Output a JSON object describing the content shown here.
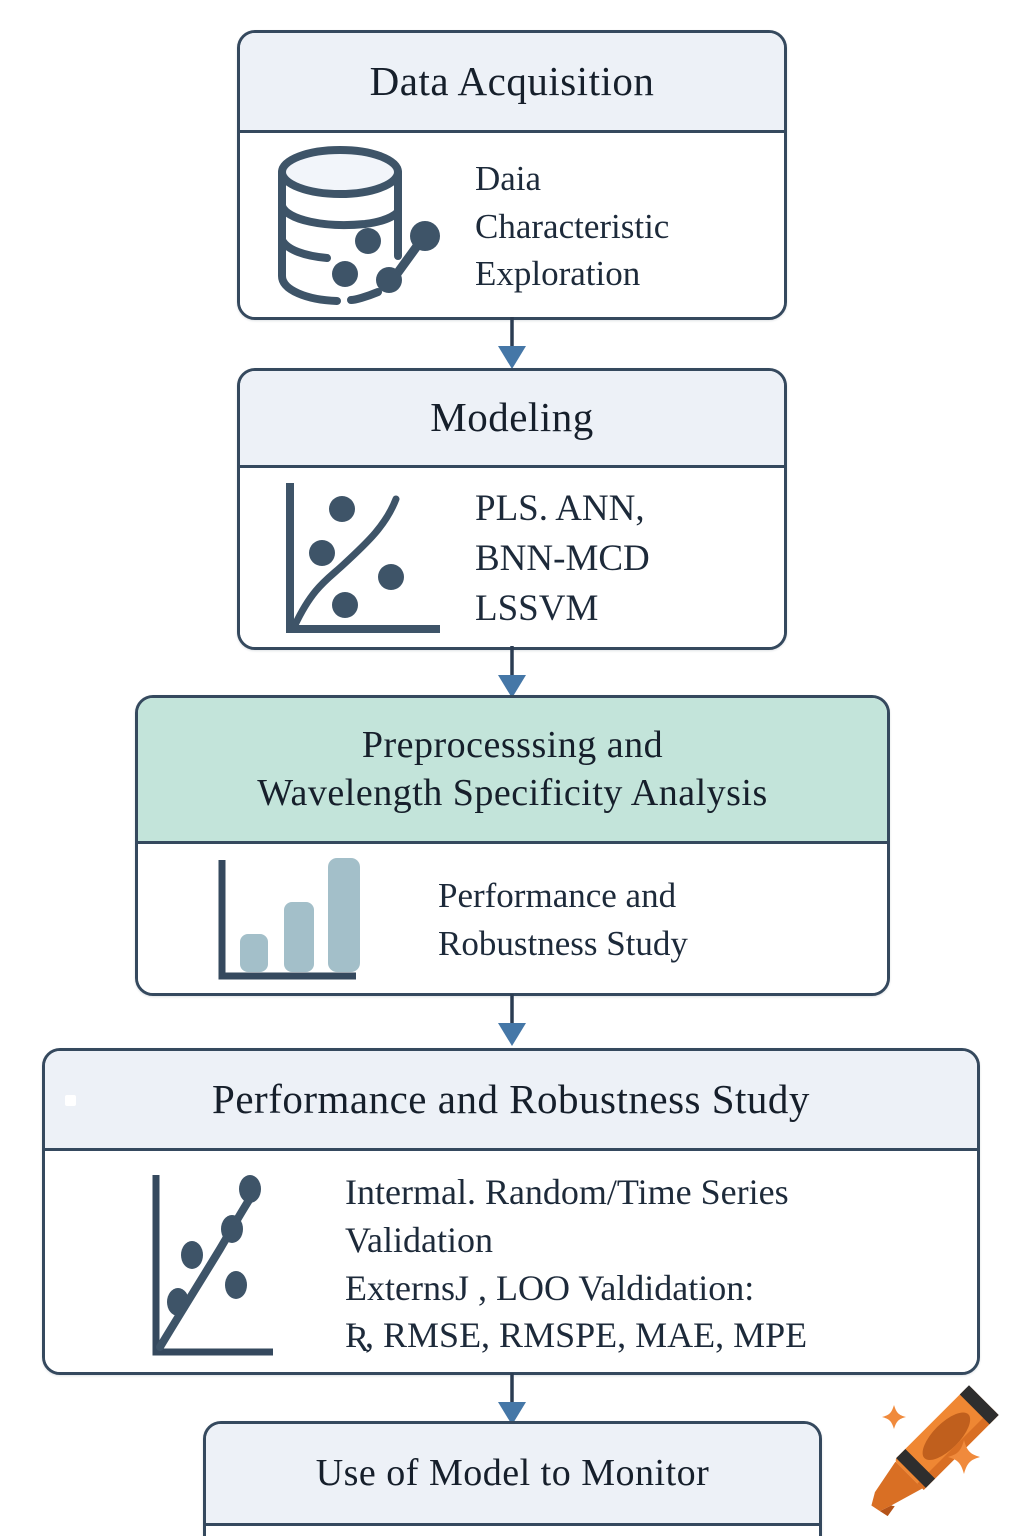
{
  "diagram": {
    "type": "flowchart",
    "direction": "top-to-bottom",
    "boxes": [
      {
        "id": "data-acquisition",
        "title": "Data Acquisition",
        "icon": "database-icon",
        "body_lines": [
          "Daia",
          "Characteristic",
          "Exploration"
        ]
      },
      {
        "id": "modeling",
        "title": "Modeling",
        "icon": "scatter-curve-icon",
        "body_lines": [
          "PLS. ANN,",
          "BNN-MCD",
          "LSSVM"
        ]
      },
      {
        "id": "preprocessing-wavelength",
        "title_lines": [
          "Preprocesssing and",
          "Wavelength Specificity Analysis"
        ],
        "header_highlight": true,
        "icon": "bar-chart-icon",
        "body_lines": [
          "Performance and",
          "Robustness Study"
        ]
      },
      {
        "id": "performance-robustness",
        "title": "Performance and Robustness Study",
        "icon": "scatter-trend-icon",
        "body_lines": [
          "Intermal. Random/Time Series",
          "Validation",
          "ExternsJ , LOO Valdidation:",
          "Ʀ, RMSE, RMSPE, MAE, MPE"
        ]
      },
      {
        "id": "use-of-model",
        "title": "Use of Model to Monitor",
        "body_lines": []
      }
    ],
    "connectors": [
      {
        "from": "data-acquisition",
        "to": "modeling",
        "style": "arrow-down"
      },
      {
        "from": "modeling",
        "to": "preprocessing-wavelength",
        "style": "arrow-down"
      },
      {
        "from": "preprocessing-wavelength",
        "to": "performance-robustness",
        "style": "arrow-down"
      },
      {
        "from": "performance-robustness",
        "to": "use-of-model",
        "style": "arrow-down"
      }
    ],
    "colors": {
      "box_border": "#35495e",
      "header_fill": "#edf1f7",
      "header_fill_highlight": "#c3e4da",
      "body_fill": "#ffffff",
      "icon_stroke": "#3e5468",
      "bar_fill": "#a3bfc9",
      "arrow_line": "#2b3c52",
      "arrow_head": "#4577a7",
      "text": "#18222f",
      "crayon_orange": "#ef8733",
      "crayon_dark": "#c9611f"
    },
    "decoration": {
      "crayon_emoji": "orange crayon with sparkles"
    }
  }
}
